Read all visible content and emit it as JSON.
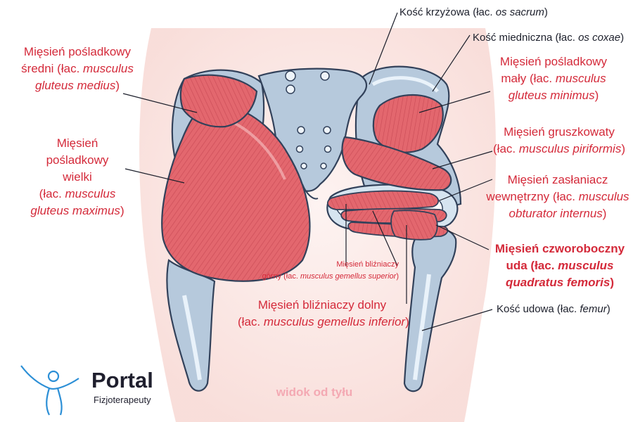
{
  "labels": {
    "sacrum": {
      "text": "Kość krzyżowa (łac. ",
      "latin": "os sacrum",
      "end": ")"
    },
    "coxae": {
      "text": "Kość miedniczna (łac. ",
      "latin": "os coxae",
      "end": ")"
    },
    "femur": {
      "text": "Kość udowa (łac. ",
      "latin": "femur",
      "end": ")"
    },
    "medius": {
      "l1": "Mięsień pośladkowy",
      "l2a": "średni (łac. ",
      "l2b": "musculus",
      "l3": "gluteus medius",
      "l3end": ")"
    },
    "maximus": {
      "l1": "Mięsień",
      "l2": "pośladkowy",
      "l3": "wielki",
      "l4a": "(łac. ",
      "l4b": "musculus",
      "l5": "gluteus maximus",
      "l5end": ")"
    },
    "minimus": {
      "l1": "Mięsień pośladkowy",
      "l2a": "mały (łac. ",
      "l2b": "musculus",
      "l3": "gluteus minimus",
      "l3end": ")"
    },
    "piriformis": {
      "l1": "Mięsień gruszkowaty",
      "l2a": "(łac. ",
      "l2b": "musculus piriformis",
      "l2end": ")"
    },
    "obturator": {
      "l1": "Mięsień zasłaniacz",
      "l2a": "wewnętrzny (łac. ",
      "l2b": "musculus",
      "l3": "obturator internus",
      "l3end": ")"
    },
    "quadratus": {
      "l1": "Mięsień czworoboczny",
      "l2a": "uda (łac. ",
      "l2b": "musculus",
      "l3": "quadratus femoris",
      "l3end": ")"
    },
    "gemellus_sup": {
      "l1": "Mięsień bliźniaczy",
      "l2a": "górny (łac. ",
      "l2b": "musculus gemellus superior",
      "l2end": ")"
    },
    "gemellus_inf": {
      "l1": "Mięsień bliźniaczy dolny",
      "l2a": "(łac. ",
      "l2b": "musculus gemellus inferior",
      "l2end": ")"
    }
  },
  "caption": "widok od tyłu",
  "logo": {
    "title": "Portal",
    "subtitle": "Fizjoterapeuty"
  },
  "colors": {
    "label_red": "#d42a3a",
    "label_dark": "#1c1f2b",
    "muscle": "#e06a70",
    "bone": "#b6c9dc",
    "skin": "#fbe5e2",
    "caption": "#f4a9b3",
    "logo_blue": "#2c8fd6"
  }
}
